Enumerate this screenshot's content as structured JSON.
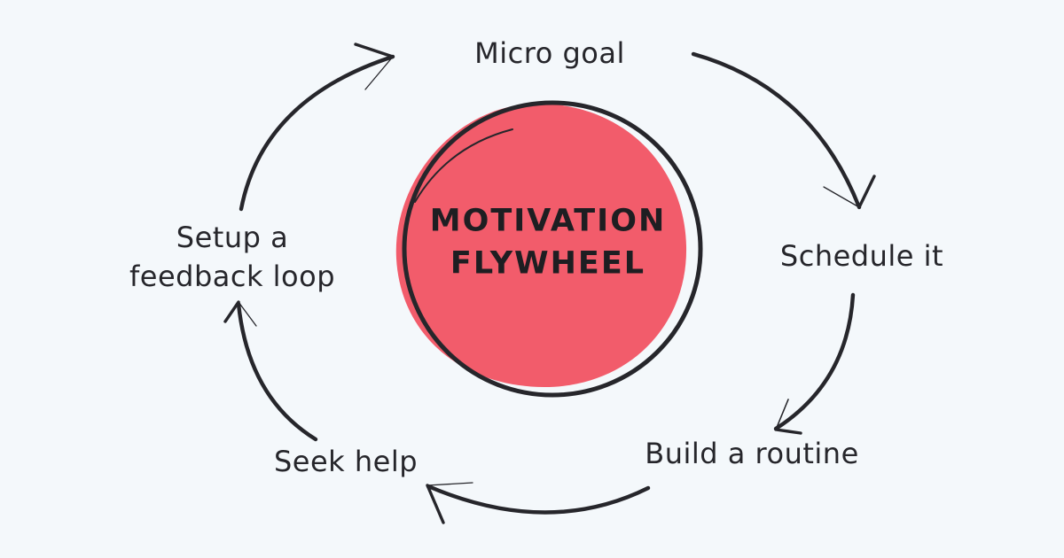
{
  "diagram": {
    "type": "cycle",
    "direction": "clockwise",
    "center": {
      "title_line1": "MOTIVATION",
      "title_line2": "FLYWHEEL"
    },
    "steps": [
      {
        "id": "micro-goal",
        "label": "Micro goal",
        "position": "top"
      },
      {
        "id": "schedule-it",
        "label": "Schedule it",
        "position": "right"
      },
      {
        "id": "build-a-routine",
        "label": "Build a routine",
        "position": "bottom-right"
      },
      {
        "id": "seek-help",
        "label": "Seek help",
        "position": "bottom-left"
      },
      {
        "id": "setup-a-feedback-loop",
        "label": "Setup a feedback loop",
        "position": "left"
      }
    ],
    "arrows": [
      {
        "from": "micro-goal",
        "to": "schedule-it"
      },
      {
        "from": "schedule-it",
        "to": "build-a-routine"
      },
      {
        "from": "build-a-routine",
        "to": "seek-help"
      },
      {
        "from": "seek-help",
        "to": "setup-a-feedback-loop"
      },
      {
        "from": "setup-a-feedback-loop",
        "to": "micro-goal"
      }
    ]
  },
  "colors": {
    "background": "#f4f8fb",
    "flywheel_fill": "#f25c6b",
    "ink": "#26262b"
  }
}
